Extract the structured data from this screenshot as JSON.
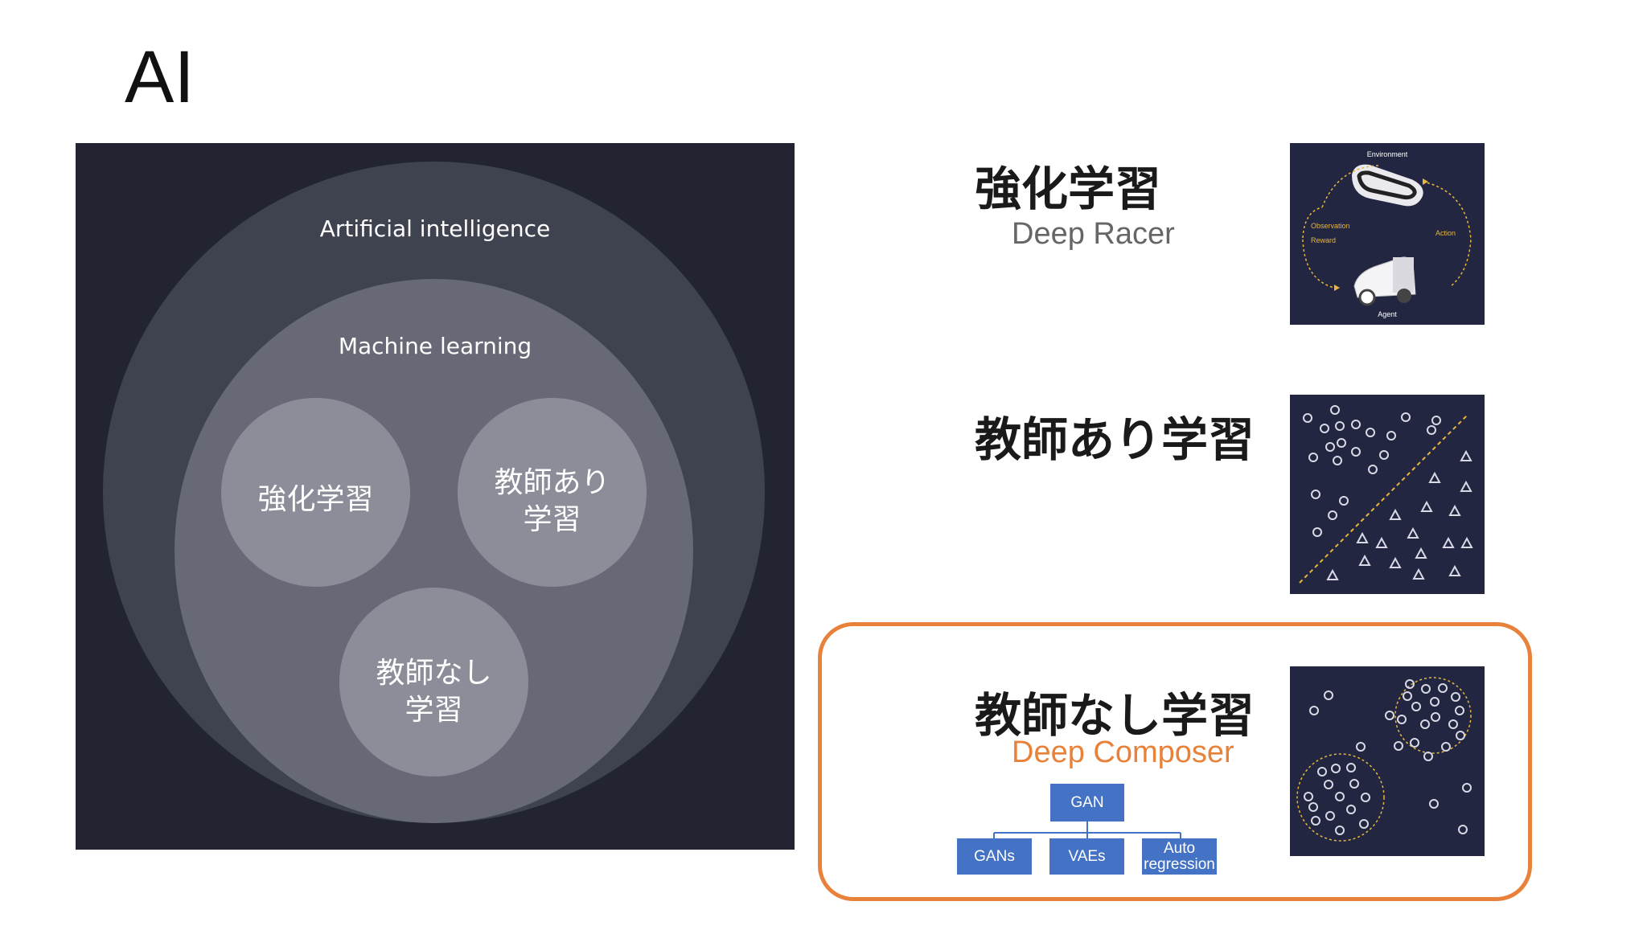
{
  "title": "AI",
  "venn": {
    "outer_label": "Artificial intelligence",
    "middle_label": "Machine learning",
    "circles": {
      "reinforcement": "強化学習",
      "supervised_line1": "教師あり",
      "supervised_line2": "学習",
      "unsupervised_line1": "教師なし",
      "unsupervised_line2": "学習"
    }
  },
  "sections": {
    "reinforcement": {
      "heading": "強化学習",
      "subtitle": "Deep Racer"
    },
    "supervised": {
      "heading": "教師あり学習"
    },
    "unsupervised": {
      "heading": "教師なし学習",
      "subtitle": "Deep Composer"
    }
  },
  "racer_diagram": {
    "environment": "Environment",
    "observation": "Observation",
    "reward": "Reward",
    "action": "Action",
    "agent": "Agent"
  },
  "gan_tree": {
    "root": "GAN",
    "children": [
      "GANs",
      "VAEs",
      "Auto regression"
    ]
  },
  "colors": {
    "accent_orange": "#e8823b",
    "panel_dark": "#222531",
    "thumb_bg": "#232641",
    "gan_blue": "#4472c4"
  }
}
